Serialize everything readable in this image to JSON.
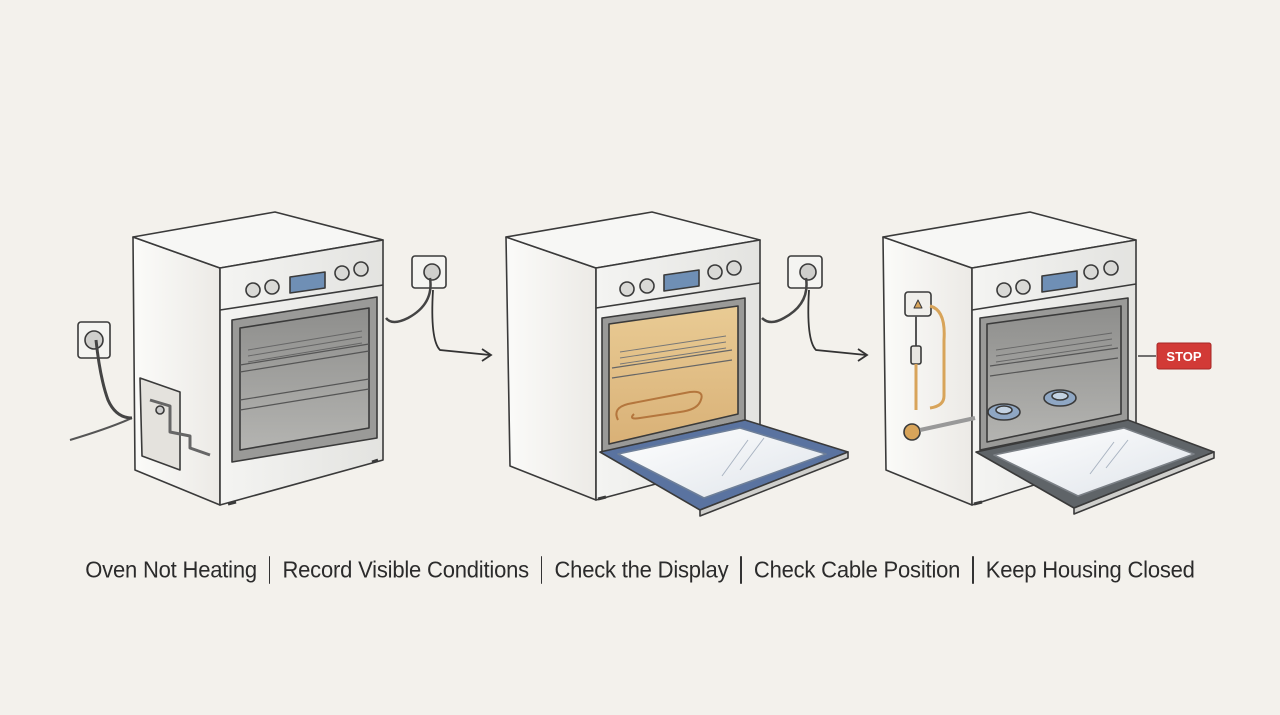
{
  "captions": [
    "Oven Not Heating",
    "Record Visible Conditions",
    "Check the Display",
    "Check Cable Position",
    "Keep Housing Closed"
  ],
  "stop_sign": {
    "label": "STOP",
    "color": "#d23a36"
  },
  "colors": {
    "background": "#f3f1ec",
    "display_screen": "#6f8fb5",
    "door_frame": "#5a73a0",
    "heated_interior": "#e6c690",
    "gas_pipe": "#d8a45a"
  },
  "icons": [
    "wall-socket-icon",
    "arrow-right-icon",
    "stop-sign-icon",
    "gas-valve-icon",
    "gas-burner-icon"
  ]
}
